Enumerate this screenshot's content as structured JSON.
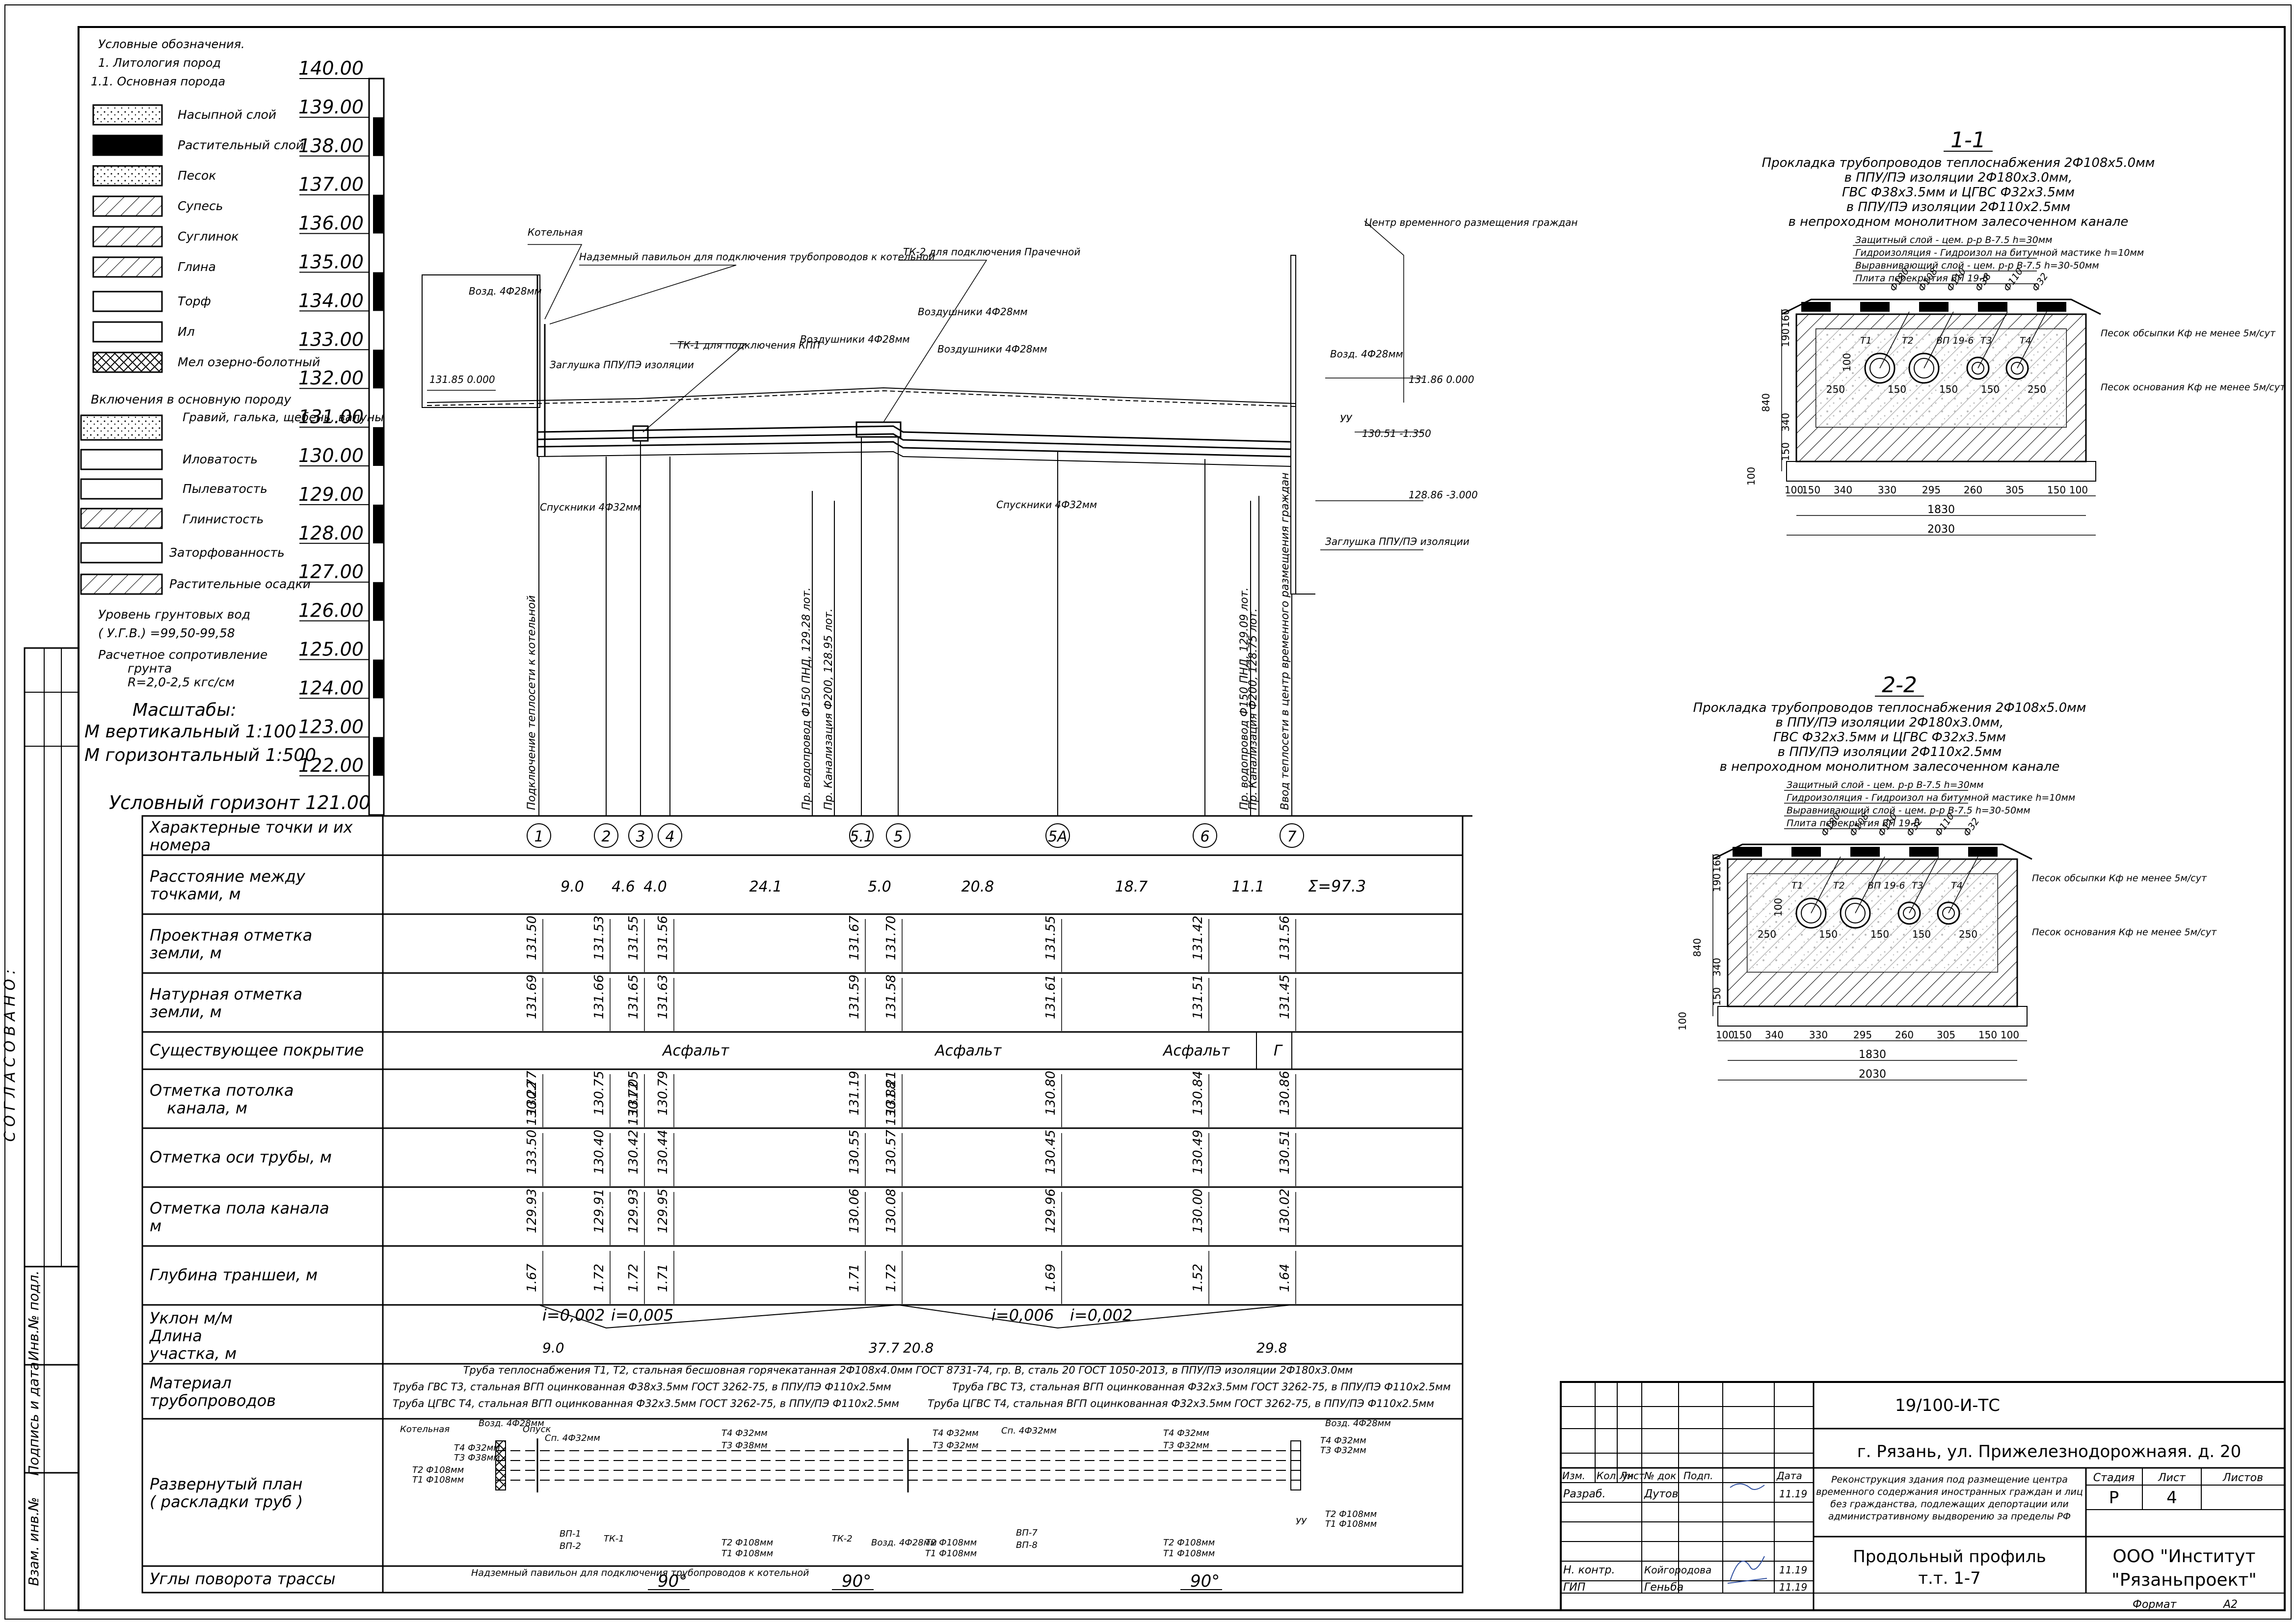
{
  "legend": {
    "title": "Условные обозначения.",
    "sub1": "1. Литология пород",
    "sub2": "1.1. Основная порода",
    "main": [
      "Насыпной слой",
      "Растительный слой",
      "Песок",
      "Супесь",
      "Суглинок",
      "Глина",
      "Торф",
      "Ил",
      "Мел озерно-болотный"
    ],
    "incl_title": "Включения в основную породу",
    "incl": [
      "Гравий, галька, щебень, валуны",
      "Иловатость",
      "Пылеватость",
      "Глинистость",
      "Заторфованность",
      "Растительные осадки"
    ],
    "gw1": "Уровень грунтовых вод",
    "gw2": "( У.Г.В.) =99,50-99,58",
    "rs1": "Расчетное сопротивление",
    "rs2": "грунта",
    "rs3": "R=2,0-2,5  кгс/см",
    "scales": "Масштабы:",
    "vscale": "М вертикальный   1:100",
    "hscale": "М горизонтальный   1:500",
    "horizon": "Условный горизонт 121.00"
  },
  "elev_scale": [
    "140.00",
    "139.00",
    "138.00",
    "137.00",
    "136.00",
    "135.00",
    "134.00",
    "133.00",
    "132.00",
    "131.00",
    "130.00",
    "129.00",
    "128.00",
    "127.00",
    "126.00",
    "125.00",
    "124.00",
    "123.00",
    "122.00"
  ],
  "profile": {
    "kotelnaya": "Котельная",
    "pavilion": "Надземный павильон для подключения трубопроводов к котельной",
    "vozd1": "Возд. 4Ф28мм",
    "zaglushka1": "Заглушка ППУ/ПЭ изоляции",
    "tk1": "ТК-1 для подключения КПП",
    "vozdushniki1": "Воздушники 4Ф28мм",
    "tk2": "ТК-2 для подключения Прачечной",
    "vozdushniki2": "Воздушники 4Ф28мм",
    "vozdushniki3": "Воздушники 4Ф28мм",
    "center": "Центр временного размещения граждан",
    "vozd2": "Возд. 4Ф28мм",
    "uu": "УУ",
    "spuskniki1": "Спускники 4Ф32мм",
    "spuskniki2": "Спускники 4Ф32мм",
    "zaglushka2": "Заглушка ППУ/ПЭ изоляции",
    "lvl_left": "131.85  0.000",
    "lvl_right": "131.86  0.000",
    "lvl_right2": "130.51  -1.350",
    "lvl_right3": "128.86  -3.000",
    "v1": "Подключение теплосети к котельной",
    "v2": "Пр. водопровод Ф150 ПНД, 129.28 лот.",
    "v3": "Пр. Канализация Ф200, 128.95 лот.",
    "v4": "Пр. водопровод Ф150 ПНД, 129.09 лот.",
    "v5": "Пр. Канализация Ф200, 128.75 лот.",
    "v6": "Ввод теплосети в центр временного размещения граждан"
  },
  "table": {
    "row_labels": [
      "Характерные точки и их номера",
      "Расстояние между точками, м",
      "Проектная отметка земли, м",
      "Натурная отметка земли, м",
      "Существующее покрытие",
      "Отметка потолка канала, м",
      "Отметка оси трубы, м",
      "Отметка пола канала м",
      "Глубина траншеи, м",
      "Уклон   м/м   Длина участка, м",
      "Материал трубопроводов",
      "Развернутый план ( раскладки труб )",
      "Углы поворота трассы"
    ],
    "points": [
      "1",
      "2",
      "3",
      "4",
      "5.1",
      "5",
      "5А",
      "6",
      "7"
    ],
    "distances": [
      "9.0",
      "4.6",
      "4.0",
      "24.1",
      "5.0",
      "20.8",
      "18.7",
      "11.1"
    ],
    "sum": "Σ=97.3",
    "proj": [
      "131.50",
      "131.53",
      "131.55",
      "131.56",
      "131.67",
      "131.70",
      "131.55",
      "131.42",
      "131.56"
    ],
    "nat": [
      "131.69",
      "131.66",
      "131.65",
      "131.63",
      "131.59",
      "131.58",
      "131.61",
      "131.51",
      "131.45"
    ],
    "cover": [
      "Асфальт",
      "Асфальт",
      "Асфальт",
      "Г"
    ],
    "ceil": [
      "130.77",
      "130.75",
      "131.05",
      "130.79",
      "131.19",
      "131.21",
      "130.80",
      "130.84",
      "130.86"
    ],
    "axis": [
      "133.50 130.22",
      "130.40",
      "130.42 130.72",
      "130.44",
      "130.55",
      "130.57 130.88",
      "130.45",
      "130.49",
      "130.51"
    ],
    "floor": [
      "129.93",
      "129.91",
      "129.93",
      "129.95",
      "130.06",
      "130.08",
      "129.96",
      "130.00",
      "130.02"
    ],
    "depth": [
      "1.67",
      "1.72",
      "1.72",
      "1.71",
      "1.71",
      "1.72",
      "1.69",
      "1.52",
      "1.64"
    ],
    "slopes": [
      "i=0,002",
      "i=0,005",
      "i=0,006",
      "i=0,002"
    ],
    "lengths": [
      "9.0",
      "37.7",
      "20.8",
      "29.8"
    ],
    "mat1": "Труба теплоснабжения Т1, Т2, стальная бесшовная горячекатанная 2Ф108х4.0мм ГОСТ 8731-74, гр. В, сталь 20 ГОСТ 1050-2013, в ППУ/ПЭ изоляции 2Ф180х3.0мм",
    "mat2": "Труба ГВС Т3, стальная ВГП оцинкованная Ф38х3.5мм ГОСТ 3262-75, в ППУ/ПЭ Ф110х2.5мм",
    "mat3": "Труба ЦГВС Т4, стальная ВГП оцинкованная Ф32х3.5мм ГОСТ 3262-75, в ППУ/ПЭ Ф110х2.5мм",
    "mat4": "Труба ГВС Т3, стальная ВГП оцинкованная Ф32х3.5мм ГОСТ 3262-75, в ППУ/ПЭ Ф110х2.5мм",
    "mat5": "Труба ЦГВС Т4, стальная ВГП оцинкованная Ф32х3.5мм ГОСТ 3262-75, в ППУ/ПЭ Ф110х2.5мм",
    "angles": [
      "90°",
      "90°",
      "90°"
    ],
    "angle_note": "Надземный павильон для подключения трубопроводов к котельной"
  },
  "plan": {
    "labels": [
      "Котельная",
      "Возд. 4Ф28мм",
      "Т4 Ф32мм",
      "Т3 Ф38мм",
      "Опуск",
      "Сп. 4Ф32мм",
      "Т4 Ф32мм",
      "Т3 Ф38мм",
      "Т4 Ф32мм",
      "Т3 Ф32мм",
      "Сп. 4Ф32мм",
      "Т4 Ф32мм",
      "Т3 Ф32мм",
      "Возд. 4Ф28мм",
      "Т4 Ф32мм",
      "Т3 Ф32мм",
      "Т2 Ф108мм",
      "Т1 Ф108мм",
      "ВП-1",
      "ВП-2",
      "ТК-1",
      "Т2 Ф108мм",
      "Т1 Ф108мм",
      "ТК-2",
      "Возд. 4Ф28мм",
      "Т2 Ф108мм",
      "Т1 Ф108мм",
      "ВП-7",
      "ВП-8",
      "Т2 Ф108мм",
      "Т1 Ф108мм",
      "УУ",
      "Т2 Ф108мм",
      "Т1 Ф108мм"
    ]
  },
  "section1": {
    "title": "1-1",
    "desc": [
      "Прокладка трубопроводов теплоснабжения 2Ф108х5.0мм",
      "в ППУ/ПЭ изоляции 2Ф180х3.0мм,",
      "ГВС Ф38х3.5мм и ЦГВС Ф32х3.5мм",
      "в ППУ/ПЭ изоляции 2Ф110х2.5мм",
      "в непроходном монолитном залесоченном канале"
    ],
    "layers": [
      "Защитный слой - цем. р-р В-7.5 h=30мм",
      "Гидроизоляция - Гидроизол на битумной мастике h=10мм",
      "Выравнивающий слой - цем. р-р В-7.5 h=30-50мм",
      "Плита перекрытия ВП 19-6"
    ],
    "pipes": [
      "Ф180",
      "Ф108",
      "Ф110",
      "Ф38",
      "Ф110",
      "Ф32"
    ],
    "tags": [
      "Т1",
      "Т2",
      "ВП 19-6",
      "Т3",
      "Т4"
    ],
    "sand1": "Песок обсыпки Кф не менее 5м/сут",
    "sand2": "Песок основания Кф не менее 5м/сут",
    "dims_bottom": [
      "100",
      "150",
      "340",
      "330",
      "295",
      "260",
      "305",
      "150",
      "100"
    ],
    "dims_inner": [
      "250",
      "150",
      "150",
      "150",
      "250"
    ],
    "dims_left": [
      "160",
      "190",
      "100",
      "840",
      "340",
      "150",
      "100"
    ],
    "w1": "1830",
    "w2": "2030"
  },
  "section2": {
    "title": "2-2",
    "desc": [
      "Прокладка трубопроводов теплоснабжения 2Ф108х5.0мм",
      "в ППУ/ПЭ изоляции 2Ф180х3.0мм,",
      "ГВС Ф32х3.5мм и ЦГВС Ф32х3.5мм",
      "в ППУ/ПЭ изоляции 2Ф110х2.5мм",
      "в непроходном монолитном залесоченном канале"
    ],
    "layers": [
      "Защитный слой - цем. р-р В-7.5 h=30мм",
      "Гидроизоляция - Гидроизол на битумной мастике h=10мм",
      "Выравнивающий слой - цем. р-р В-7.5 h=30-50мм",
      "Плита перекрытия ВП 19-6"
    ],
    "pipes": [
      "Ф180",
      "Ф108",
      "Ф110",
      "Ф32",
      "Ф110",
      "Ф32"
    ],
    "tags": [
      "Т1",
      "Т2",
      "ВП 19-6",
      "Т3",
      "Т4"
    ],
    "sand1": "Песок обсыпки Кф не менее 5м/сут",
    "sand2": "Песок основания Кф не менее 5м/сут",
    "dims_bottom": [
      "100",
      "150",
      "340",
      "330",
      "295",
      "260",
      "305",
      "150",
      "100"
    ],
    "dims_inner": [
      "250",
      "150",
      "150",
      "150",
      "250"
    ],
    "dims_left": [
      "160",
      "190",
      "100",
      "840",
      "340",
      "150",
      "100"
    ],
    "w1": "1830",
    "w2": "2030"
  },
  "side": {
    "agreed": "С О Г Л А С О В А Н О :",
    "inv": "Инв.№ подл.",
    "sign": "Подпись и дата",
    "vzam": "Взам. инв.№"
  },
  "stamp": {
    "code": "19/100-И-ТС",
    "address": "г. Рязань, ул. Прижелезнодорожнаяя. д. 20",
    "hdr": [
      "Изм.",
      "Кол. уч",
      "Лист",
      "№ док",
      "Подп.",
      "Дата"
    ],
    "razrab": "Разраб.",
    "razrab_name": "Дутов",
    "date1": "11.19",
    "nkontr": "Н. контр.",
    "nkontr_name": "Койгородова",
    "date2": "11.19",
    "gip": "ГИП",
    "gip_name": "Геньба",
    "date3": "11.19",
    "project": [
      "Реконструкция здания под размещение центра",
      "временного содержания иностранных граждан и лиц",
      "без гражданства, подлежащих депортации или",
      "административному выдворению за пределы РФ"
    ],
    "stage_h": "Стадия",
    "sheet_h": "Лист",
    "sheets_h": "Листов",
    "stage": "Р",
    "sheet": "4",
    "sheets": "",
    "drawing": [
      "Продольный профиль",
      "т.т. 1-7"
    ],
    "org": [
      "ООО \"Институт",
      "\"Рязаньпроект\""
    ],
    "format_h": "Формат",
    "format": "А2"
  }
}
